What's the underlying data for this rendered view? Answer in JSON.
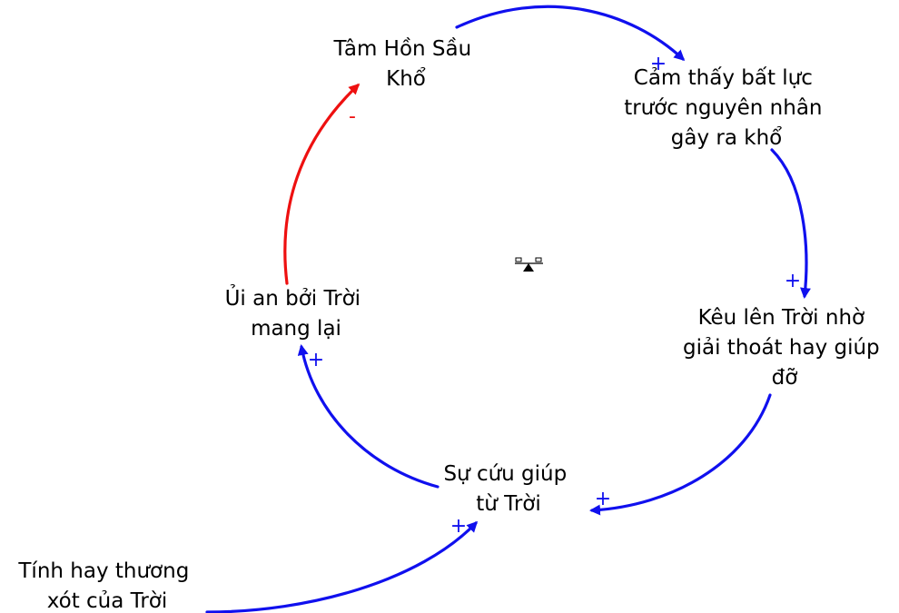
{
  "colors": {
    "positive_link": "#1010ee",
    "negative_link": "#ee1010",
    "text": "#000000"
  },
  "nodes": {
    "tam_hon": [
      "Tâm Hồn Sầu",
      "Khổ"
    ],
    "cam_thay": [
      "Cảm thấy bất lực",
      "trước nguyên nhân",
      "gây ra khổ"
    ],
    "keu_len": [
      "Kêu lên Trời nhờ",
      "giải thoát hay giúp",
      "đỡ"
    ],
    "su_cuu": [
      "Sự cứu giúp",
      "từ Trời"
    ],
    "ui_an": [
      "Ủi an bởi Trời",
      "mang lại"
    ],
    "tinh_hay": [
      "Tính hay thương",
      "xót của Trời"
    ]
  },
  "polarities": {
    "tam_to_cam": "+",
    "cam_to_keu": "+",
    "keu_to_su": "+",
    "su_to_ui": "+",
    "ui_to_tam": "-",
    "tinh_to_su": "+"
  },
  "loop_marker": {
    "icon": "balance-loop-seesaw-icon",
    "type": "balancing"
  }
}
